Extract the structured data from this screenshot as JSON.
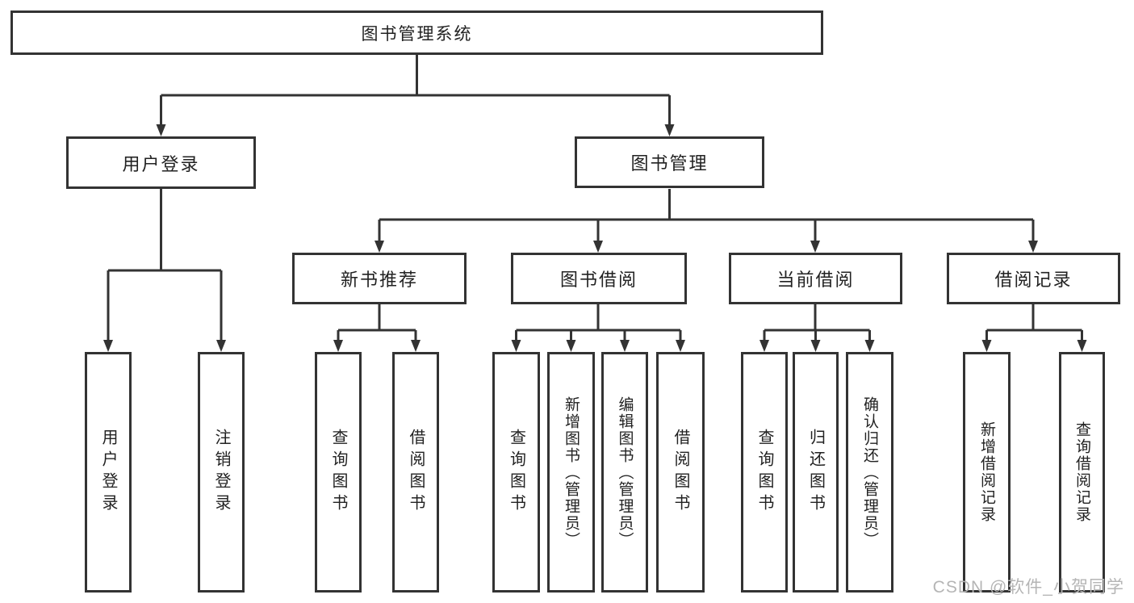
{
  "diagram": {
    "root": "图书管理系统",
    "branches": {
      "user_login": {
        "label": "用户登录",
        "children": [
          "用户登录",
          "注销登录"
        ]
      },
      "book_mgmt": {
        "label": "图书管理",
        "children": {
          "new_book_rec": {
            "label": "新书推荐",
            "children": [
              "查询图书",
              "借阅图书"
            ]
          },
          "book_borrow": {
            "label": "图书借阅",
            "children": [
              "查询图书",
              "新增图书（管理员）",
              "编辑图书（管理员）",
              "借阅图书"
            ]
          },
          "current_borrow": {
            "label": "当前借阅",
            "children": [
              "查询图书",
              "归还图书",
              "确认归还（管理员）"
            ]
          },
          "borrow_records": {
            "label": "借阅记录",
            "children": [
              "新增借阅记录",
              "查询借阅记录"
            ]
          }
        }
      }
    }
  },
  "watermark": "CSDN @软件_小贺同学",
  "colors": {
    "line": "#333333",
    "text": "#222222",
    "box_background": "#ffffff",
    "watermark": "#b5b5b5"
  }
}
